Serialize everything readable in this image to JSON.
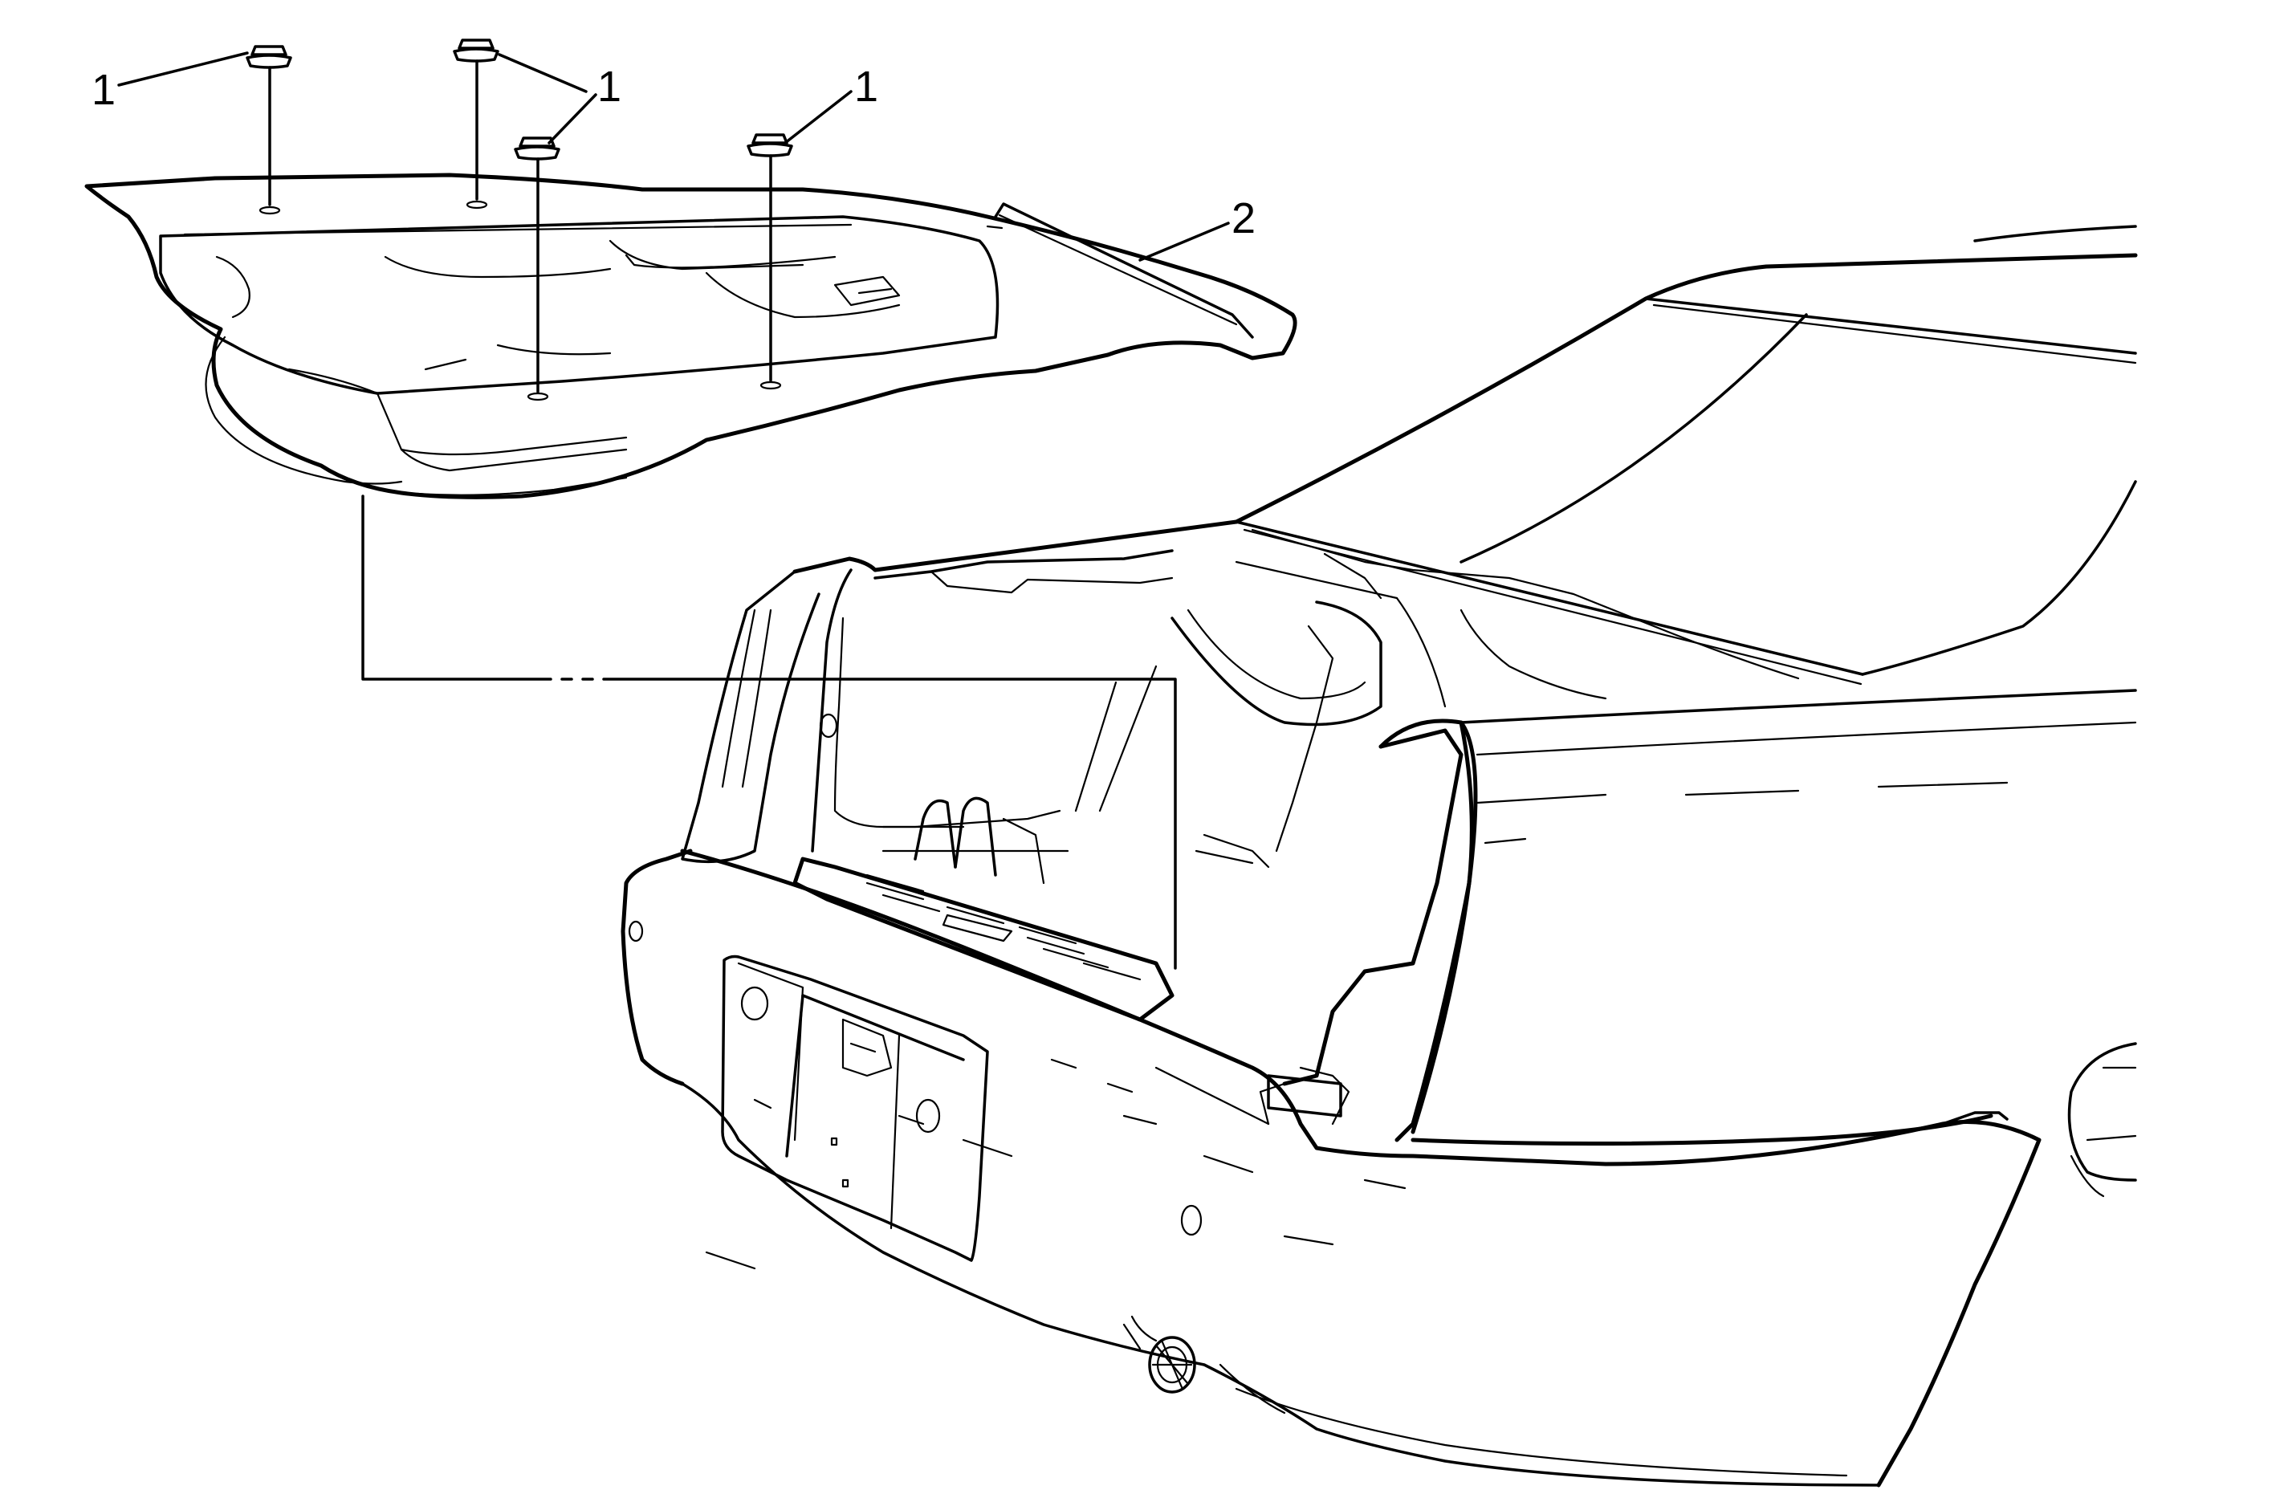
{
  "callouts": {
    "fastener_a": "1",
    "fastener_b": "1",
    "fastener_c": "1",
    "trim_panel": "2"
  },
  "colors": {
    "line": "#000000",
    "background": "#ffffff"
  }
}
